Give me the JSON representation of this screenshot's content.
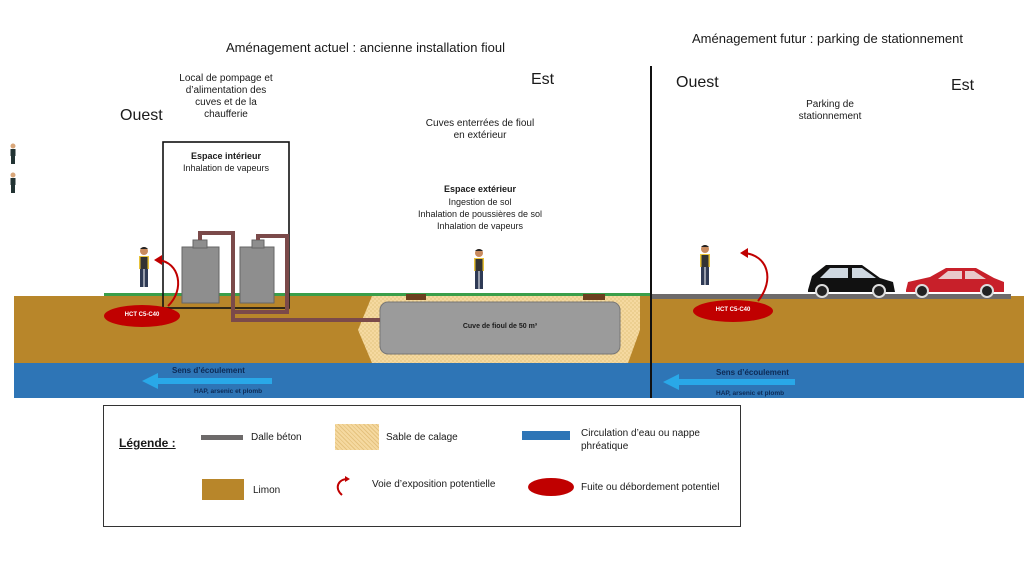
{
  "header": {
    "current_title": "Aménagement actuel : ancienne installation fioul",
    "future_title": "Aménagement futur : parking de stationnement"
  },
  "current": {
    "west": "Ouest",
    "east": "Est",
    "pump_room_label": "Local de pompage et d’alimentation des cuves et de la chaufferie",
    "tanks_label": "Cuves enterrées de fioul en extérieur",
    "indoor_title": "Espace intérieur",
    "indoor_text": "Inhalation de vapeurs",
    "outdoor_title": "Espace extérieur",
    "outdoor_lines": [
      "Ingestion de sol",
      "Inhalation de poussières de sol",
      "Inhalation de vapeurs"
    ],
    "leak_tag": "HCT C5-C40",
    "tank_label": "Cuve de fioul de 50 m³",
    "flow_label": "Sens d’écoulement",
    "flow_sub": "HAP, arsenic et plomb"
  },
  "future": {
    "west": "Ouest",
    "east": "Est",
    "parking_label": "Parking de stationnement",
    "leak_tag": "HCT C5-C40",
    "flow_label": "Sens d’écoulement",
    "flow_sub": "HAP, arsenic et plomb"
  },
  "legend": {
    "title": "Légende :",
    "items": {
      "slab": "Dalle béton",
      "sand": "Sable de calage",
      "water": "Circulation d’eau ou nappe phréatique",
      "silt": "Limon",
      "exposure": "Voie d’exposition potentielle",
      "leak": "Fuite ou débordement potentiel"
    }
  },
  "colors": {
    "silt": "#b8862a",
    "water": "#2e75b6",
    "flow_arrow": "#29a8e8",
    "slab": "#6d6a6a",
    "sand": "#f5d9a0",
    "leak": "#c00000",
    "pipe": "#7b4a4a",
    "tank": "#9b9b9b",
    "grass": "#3a9e4a"
  }
}
